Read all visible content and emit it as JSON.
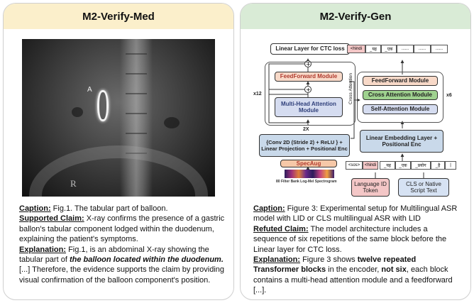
{
  "panels": {
    "med": {
      "title": "M2-Verify-Med",
      "image": {
        "label_a": "A",
        "label_r": "R"
      },
      "caption_label": "Caption:",
      "caption_text": " Fig.1. The tabular part of balloon.",
      "claim_label": "Supported Claim:",
      "claim_text": " X-ray confirms the presence of a gastric ballon's tabular component lodged within the duodenum, explaining the patient's symptoms.",
      "explanation_label": "Explanation:",
      "explanation_text_1": " Fig.1, is an abdominal X-ray showing the tabular part of ",
      "explanation_emph": "the balloon located within the duodenum.",
      "explanation_text_2": " [...] Therefore, the evidence supports the claim by providing visual confirmation of the balloon component's position."
    },
    "gen": {
      "title": "M2-Verify-Gen",
      "diagram": {
        "linear_ctc": "Linear Layer for CTC loss",
        "ff_left": "FeedForward Module",
        "mha": "Multi-Head Attention Module",
        "cross_attention_vertical": "Cross Attention",
        "x12": "x12",
        "two_x": "2X",
        "conv": "{Conv 2D (Stride 2) + ReLU } + Linear Projection + Positional Enc",
        "specaug": "SpecAug",
        "filterbank": "80 Filter Bank Log-Mel Spectrogram",
        "ff_right": "FeedForward Module",
        "cross_right": "Cross Attention Module",
        "self_att": "Self-Attention Module",
        "x6": "x6",
        "lin_emb": "Linear Embedding Layer + Positional Enc",
        "lang_id": "Language ID Token",
        "cls": "CLS or Native Script Text",
        "out_tokens": [
          "<hindi",
          "_यह",
          "_एक",
          "......",
          "......",
          "......"
        ],
        "in_tokens": [
          "<sos>",
          "<hindi",
          "_यह",
          "_एक",
          "_प्रयोग",
          "_है",
          "|"
        ]
      },
      "caption_label": "Caption:",
      "caption_text": " Figure 3: Experimental setup for Multilingual ASR model with LID or CLS multilingual ASR with LID",
      "claim_label": "Refuted Claim:",
      "claim_text": " The model architecture includes a sequence of six repetitions of the same block before the Linear layer for CTC loss.",
      "explanation_label": "Explanation:",
      "explanation_text_1": " Figure 3 shows ",
      "explanation_emph_1": "twelve repeated Transformer blocks",
      "explanation_text_2": " in the encoder, ",
      "explanation_emph_2": "not six",
      "explanation_text_3": ", each block contains a multi-head attention module and a feedforward [...]."
    }
  },
  "colors": {
    "med_header": "#fbefcb",
    "gen_header": "#d9ebd6",
    "ff_fill": "#f8d9c8",
    "mha_fill": "#d5dcf0",
    "conv_fill": "#c9d9ea",
    "cross_fill": "#9fd28f",
    "specaug_fill": "#f6c8a8",
    "lang_fill": "#f4c7c7",
    "cls_fill": "#d6e2f3"
  }
}
